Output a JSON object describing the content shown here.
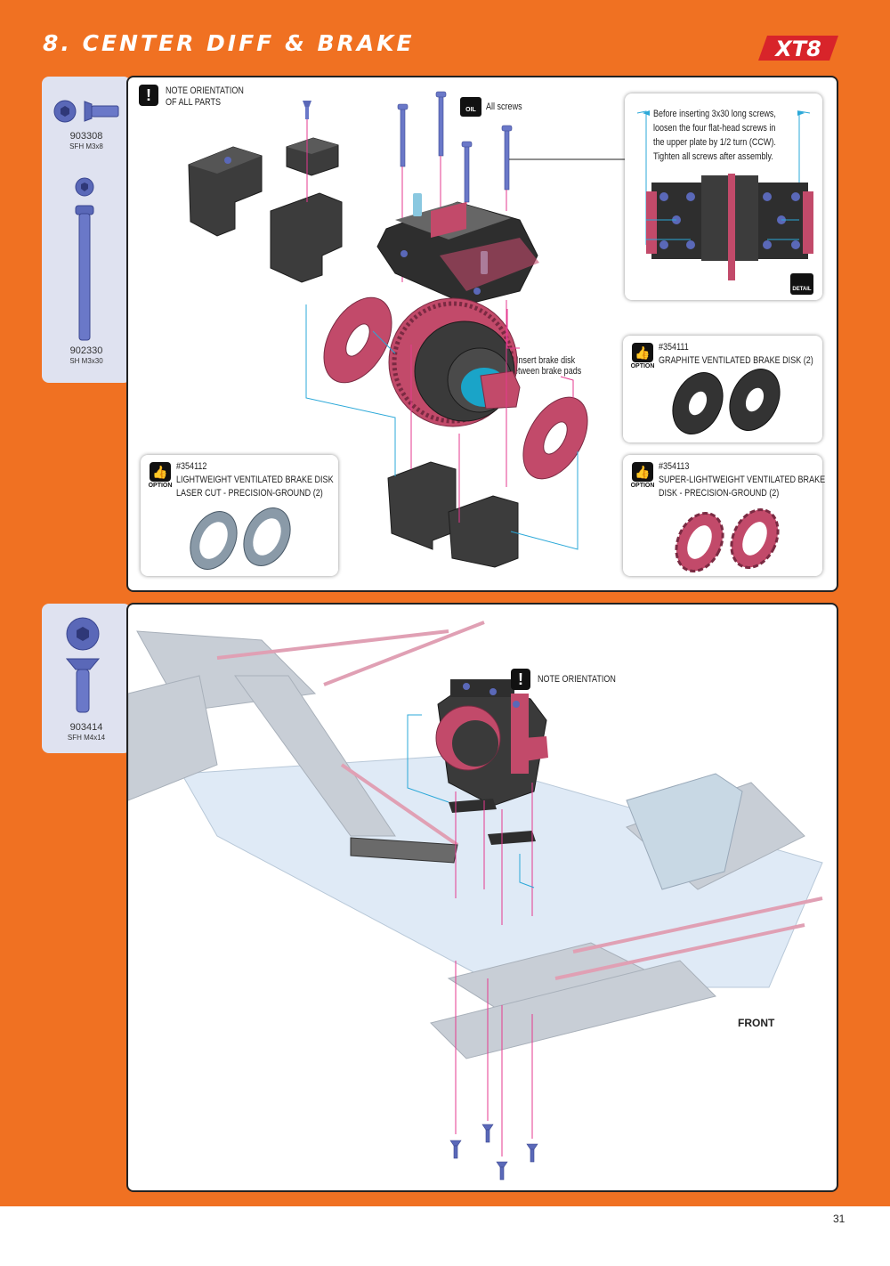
{
  "page": {
    "title": "8. CENTER DIFF & BRAKE",
    "logo": "XT8",
    "page_number": "31",
    "colors": {
      "background": "#f07122",
      "panel_border": "#222222",
      "parts_bg": "#dfe2f0",
      "screw": "#5a68b8",
      "part_red": "#c24a6a",
      "guide_line": "#e6398f",
      "callout_line": "#2ba8d8"
    }
  },
  "step1": {
    "parts": [
      {
        "code": "903308",
        "desc": "SFH M3x8"
      },
      {
        "code": "902330",
        "desc": "SH M3x30"
      }
    ],
    "note_orientation": [
      "NOTE ORIENTATION",
      "OF ALL PARTS"
    ],
    "oil_icon": "OIL",
    "all_screws": "All screws",
    "insert_brake_disk": [
      "Insert brake disk",
      "between brake pads"
    ],
    "detail_text": [
      "Before inserting 3x30 long screws,",
      "loosen the four flat-head screws in",
      "the upper plate by 1/2 turn (CCW).",
      "Tighten all screws after assembly."
    ],
    "detail_icon": "DETAIL",
    "options": [
      {
        "icon": "OPTION",
        "number": "#354111",
        "lines": [
          "GRAPHITE VENTILATED BRAKE DISK (2)"
        ]
      },
      {
        "icon": "OPTION",
        "number": "#354112",
        "lines": [
          "LIGHTWEIGHT VENTILATED BRAKE DISK",
          "LASER CUT - PRECISION-GROUND (2)"
        ]
      },
      {
        "icon": "OPTION",
        "number": "#354113",
        "lines": [
          "SUPER-LIGHTWEIGHT VENTILATED BRAKE",
          "DISK - PRECISION-GROUND (2)"
        ]
      }
    ]
  },
  "step2": {
    "parts": [
      {
        "code": "903414",
        "desc": "SFH M4x14"
      }
    ],
    "note_orientation": "NOTE ORIENTATION",
    "front_label": "FRONT"
  }
}
